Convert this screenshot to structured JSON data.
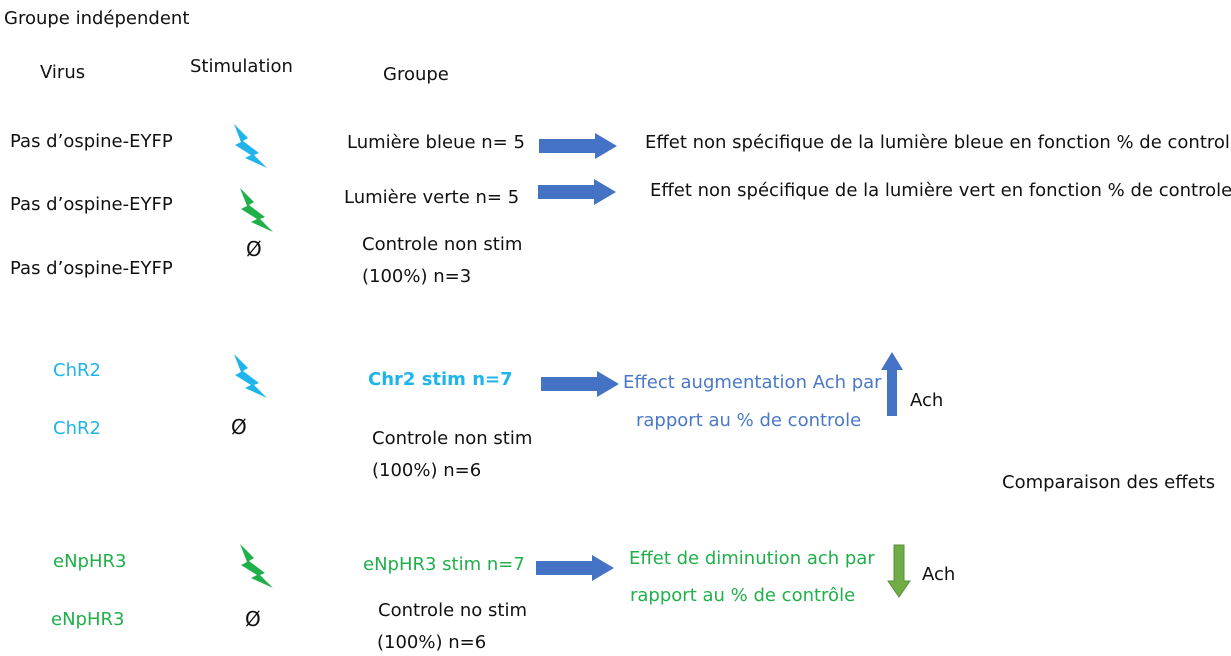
{
  "title": "Groupe indépendent",
  "headers": {
    "virus": "Virus",
    "stimulation": "Stimulation",
    "groupe": "Groupe"
  },
  "control_block": {
    "rows": [
      {
        "virus": "Pas d’ospine-EYFP",
        "stimulation_icon": "blue-lightning-icon",
        "group": "Lumière bleue n= 5",
        "effect": "Effet non spécifique de la lumière bleue en fonction % de controle"
      },
      {
        "virus": "Pas d’ospine-EYFP",
        "stimulation_icon": "green-lightning-icon",
        "group": "Lumière verte n= 5",
        "effect": "Effet non spécifique de la lumière vert en fonction % de controle"
      },
      {
        "virus": "Pas d’ospine-EYFP",
        "stimulation_symbol": "Ø",
        "group_line1": "Controle non stim",
        "group_line2": "(100%) n=3"
      }
    ]
  },
  "chr2_block": {
    "virus_1": "ChR2",
    "virus_2": "ChR2",
    "stimulation_symbol": "Ø",
    "stim_group": "Chr2 stim n=7",
    "control_line1": "Controle non stim",
    "control_line2": "(100%) n=6",
    "effect_line1": "Effect augmentation Ach par",
    "effect_line2": "rapport au % de controle",
    "ach_label": "Ach"
  },
  "comparison_label": "Comparaison des effets",
  "enphr3_block": {
    "virus_1": "eNpHR3",
    "virus_2": "eNpHR3",
    "stimulation_symbol": "Ø",
    "stim_group": "eNpHR3 stim n=7",
    "control_line1": "Controle no stim",
    "control_line2": "(100%) n=6",
    "effect_line1": "Effet de diminution ach par",
    "effect_line2": "rapport au % de contrôle",
    "ach_label": "Ach"
  },
  "colors": {
    "arrow_blue": "#4472c4",
    "arrow_green": "#70ad47",
    "lightning_cyan": "#1fb4ea",
    "lightning_green": "#1fb04a",
    "text_cyan": "#1fb4ea",
    "text_green": "#1fb04a",
    "text_blue": "#4a78c8"
  }
}
